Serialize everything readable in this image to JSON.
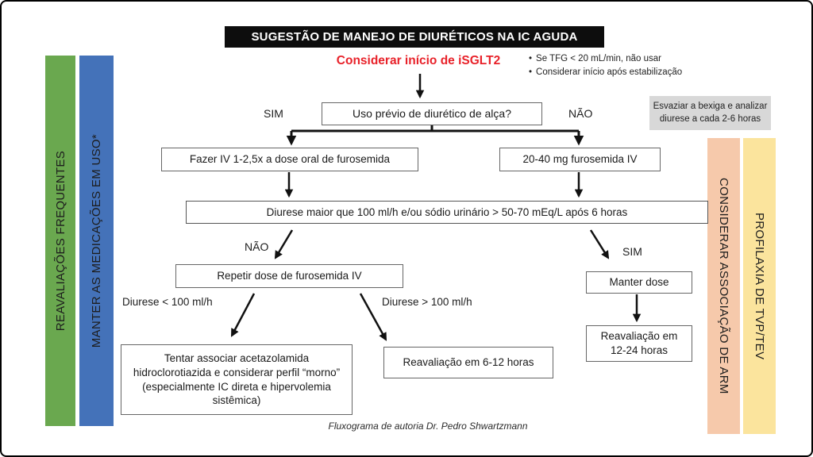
{
  "header": {
    "title": "SUGESTÃO DE MANEJO DE DIURÉTICOS NA IC AGUDA",
    "subtitle": "Considerar início de iSGLT2",
    "sglt2_notes": [
      "Se TFG < 20 mL/min, não usar",
      "Considerar início após estabilização"
    ]
  },
  "side_notes": {
    "bladder": "Esvaziar a bexiga e analizar diurese a cada 2-6 horas"
  },
  "sidebars": {
    "left_outer": "REAVALIAÇÕES FREQUENTES",
    "left_inner": "MANTER AS MEDICAÇÕES EM USO*",
    "right_inner": "CONSIDERAR ASSOCIAÇÃO DE ARM",
    "right_outer": "PROFILAXIA DE TVP/TEV"
  },
  "flow": {
    "decision_prev_use": "Uso prévio de diurético de alça?",
    "sim_label": "SIM",
    "nao_label": "NÃO",
    "yes_box": "Fazer IV 1-2,5x a dose oral de furosemida",
    "no_box": "20-40 mg furosemida IV",
    "diuresis_check": "Diurese maior que 100 ml/h e/ou sódio urinário > 50-70 mEq/L após 6 horas",
    "check_nao_label": "NÃO",
    "check_sim_label": "SIM",
    "repeat_dose": "Repetir dose de furosemida IV",
    "diuresis_low_label": "Diurese < 100 ml/h",
    "diuresis_high_label": "Diurese > 100 ml/h",
    "associate_box": "Tentar associar acetazolamida hidroclorotiazida e considerar perfil “morno” (especialmente IC direta e hipervolemia sistêmica)",
    "reassess_6_12": "Reavaliação em 6-12 horas",
    "keep_dose": "Manter dose",
    "reassess_12_24": "Reavaliação em 12-24 horas"
  },
  "footer": {
    "credit": "Fluxograma de autoria Dr. Pedro Shwartzmann"
  },
  "colors": {
    "title_bg": "#0d0d0d",
    "subtitle_red": "#e8222a",
    "note_bg": "#d8d8d8",
    "green_bar": "#6aa84f",
    "blue_bar": "#4472b9",
    "peach_bar": "#f6c9ab",
    "yellow_bar": "#fbe49d"
  }
}
